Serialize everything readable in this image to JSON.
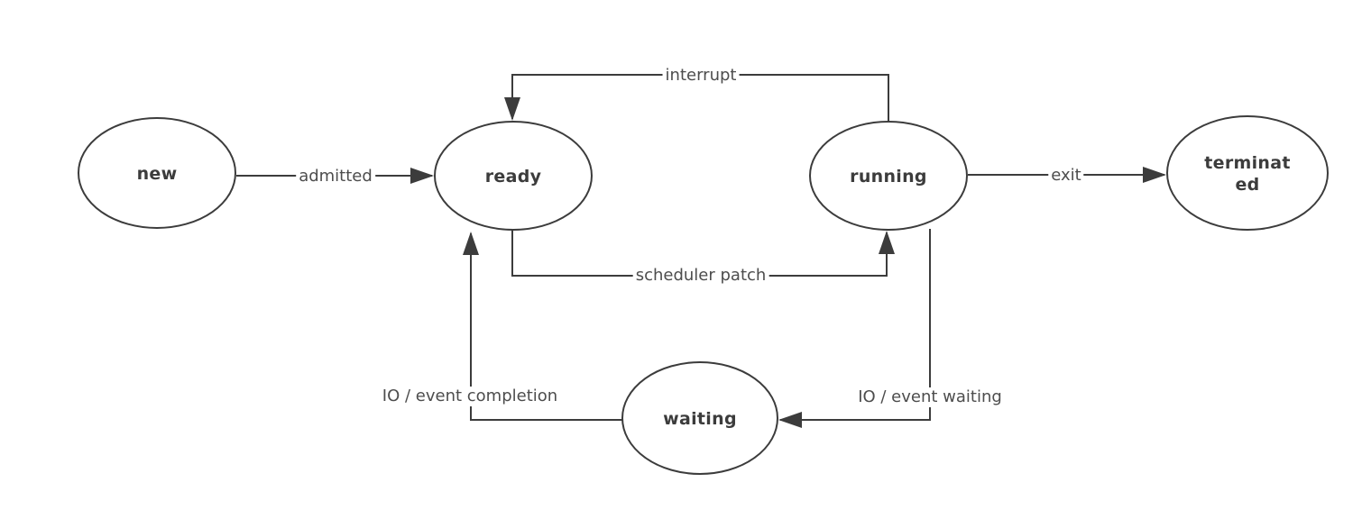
{
  "diagram": {
    "type": "state-diagram",
    "nodes": [
      {
        "id": "new",
        "label": "new"
      },
      {
        "id": "ready",
        "label": "ready"
      },
      {
        "id": "running",
        "label": "running"
      },
      {
        "id": "terminated",
        "label": "terminated"
      },
      {
        "id": "waiting",
        "label": "waiting"
      }
    ],
    "edges": [
      {
        "from": "new",
        "to": "ready",
        "label": "admitted"
      },
      {
        "from": "running",
        "to": "ready",
        "label": "interrupt"
      },
      {
        "from": "ready",
        "to": "running",
        "label": "scheduler patch"
      },
      {
        "from": "running",
        "to": "terminated",
        "label": "exit"
      },
      {
        "from": "running",
        "to": "waiting",
        "label": "IO / event waiting"
      },
      {
        "from": "waiting",
        "to": "ready",
        "label": "IO / event completion"
      }
    ],
    "colors": {
      "stroke": "#3c3c3c",
      "node_fill": "#ffffff",
      "edge_label": "#4d4d4d",
      "background": "#ffffff"
    }
  }
}
